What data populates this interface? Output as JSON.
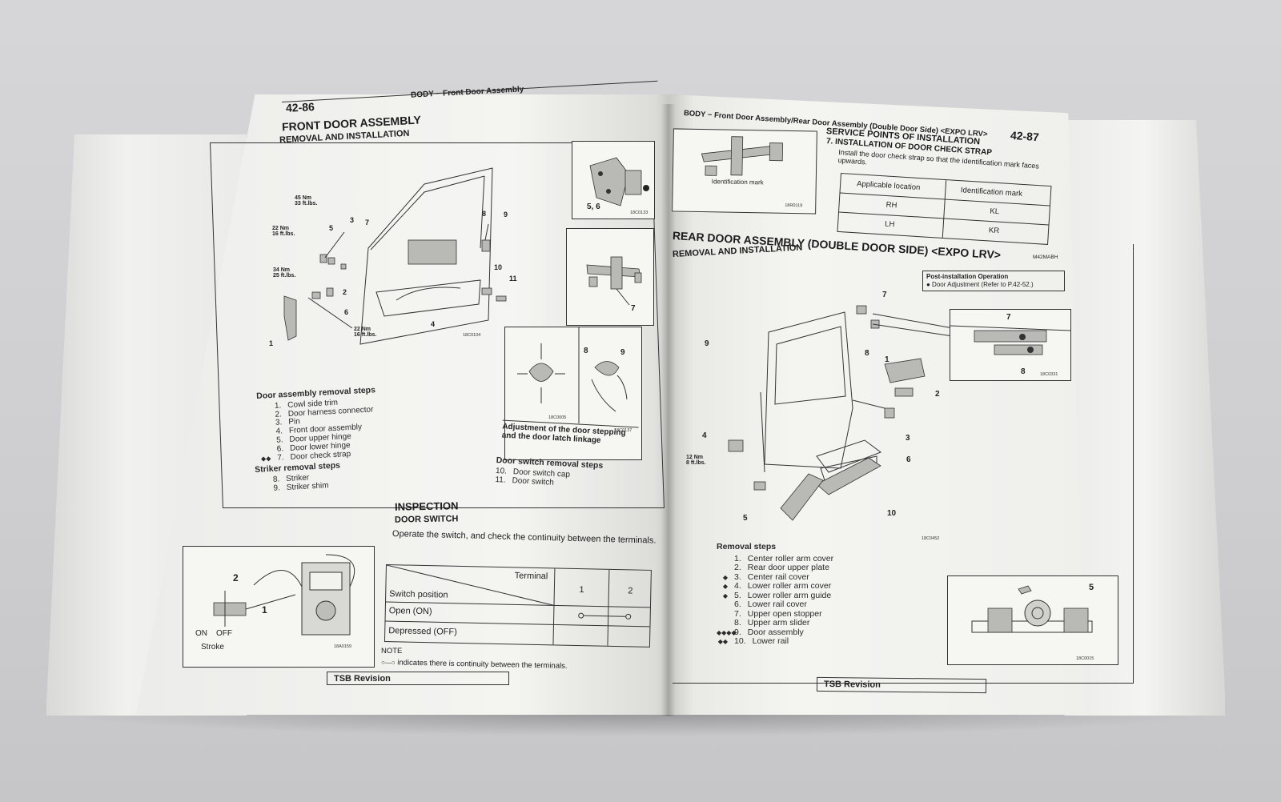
{
  "left_page": {
    "page_number": "42-86",
    "section": "BODY − Front Door Assembly",
    "title": "FRONT DOOR ASSEMBLY",
    "subtitle": "REMOVAL AND INSTALLATION",
    "torques": [
      {
        "nm": "45 Nm",
        "ft": "33 ft.lbs."
      },
      {
        "nm": "22 Nm",
        "ft": "16 ft.lbs."
      },
      {
        "nm": "34 Nm",
        "ft": "25 ft.lbs."
      },
      {
        "nm": "22 Nm",
        "ft": "16 ft.lbs."
      }
    ],
    "callouts": [
      "1",
      "2",
      "3",
      "4",
      "5",
      "6",
      "7",
      "8",
      "9",
      "10",
      "11"
    ],
    "inset_labels": {
      "inset1": "5, 6",
      "inset2": "7",
      "inset3_a": "8",
      "inset3_b": "9"
    },
    "figure_codes": {
      "main": "18C0104",
      "inset1": "18C0133",
      "inset3_left": "18C0005",
      "inset3_right": "18C0137",
      "switch": "18A0159"
    },
    "door_removal": {
      "heading": "Door assembly removal steps",
      "steps": [
        {
          "num": "1.",
          "text": "Cowl side trim",
          "mark": ""
        },
        {
          "num": "2.",
          "text": "Door harness connector",
          "mark": ""
        },
        {
          "num": "3.",
          "text": "Pin",
          "mark": ""
        },
        {
          "num": "4.",
          "text": "Front door assembly",
          "mark": ""
        },
        {
          "num": "5.",
          "text": "Door upper hinge",
          "mark": ""
        },
        {
          "num": "6.",
          "text": "Door lower hinge",
          "mark": ""
        },
        {
          "num": "7.",
          "text": "Door check strap",
          "mark": "◆◆"
        }
      ]
    },
    "striker_removal": {
      "heading": "Striker removal steps",
      "steps": [
        {
          "num": "8.",
          "text": "Striker"
        },
        {
          "num": "9.",
          "text": "Striker shim"
        }
      ]
    },
    "switch_removal": {
      "heading": "Door switch removal steps",
      "steps": [
        {
          "num": "10.",
          "text": "Door switch cap"
        },
        {
          "num": "11.",
          "text": "Door switch"
        }
      ]
    },
    "adjustment_caption": "Adjustment of the door stepping and the door latch linkage",
    "inspection": {
      "title": "INSPECTION",
      "subtitle": "DOOR SWITCH",
      "text": "Operate the switch, and check the continuity between the terminals.",
      "switch_labels": {
        "two": "2",
        "one": "1",
        "on": "ON",
        "off": "OFF",
        "stroke": "Stroke"
      },
      "table": {
        "header_terminal": "Terminal",
        "header_switch": "Switch position",
        "terminals": [
          "1",
          "2"
        ],
        "rows": [
          {
            "label": "Open (ON)",
            "continuity": true
          },
          {
            "label": "Depressed (OFF)",
            "continuity": false
          }
        ]
      },
      "note_label": "NOTE",
      "note_text": "indicates there is continuity between the terminals."
    },
    "footer": "TSB Revision"
  },
  "right_page": {
    "page_number": "42-87",
    "section": "BODY − Front Door Assembly/Rear Door Assembly (Double Door Side) <EXPO LRV>",
    "inset_top_label": "Identification mark",
    "inset_top_code": "18R0119",
    "service": {
      "title": "SERVICE POINTS OF INSTALLATION",
      "subtitle": "7. INSTALLATION OF DOOR CHECK STRAP",
      "text": "Install the door check strap so that the identification mark faces upwards."
    },
    "id_table": {
      "headers": [
        "Applicable location",
        "Identification mark"
      ],
      "rows": [
        [
          "RH",
          "KL"
        ],
        [
          "LH",
          "KR"
        ]
      ]
    },
    "title": "REAR DOOR ASSEMBLY (DOUBLE DOOR SIDE) <EXPO LRV>",
    "subtitle": "REMOVAL AND INSTALLATION",
    "figure_code_top": "M42MABH",
    "post_install": {
      "heading": "Post-installation Operation",
      "item": "● Door Adjustment (Refer to P.42-52.)"
    },
    "torque": {
      "nm": "12 Nm",
      "ft": "8 ft.lbs."
    },
    "callouts": [
      "1",
      "2",
      "3",
      "4",
      "5",
      "6",
      "7",
      "8",
      "9",
      "10"
    ],
    "figure_codes": {
      "main": "18C0452",
      "inset_right": "18C0331",
      "inset_bottom": "18C0015"
    },
    "removal": {
      "heading": "Removal steps",
      "steps": [
        {
          "num": "1.",
          "text": "Center roller arm cover",
          "mark": ""
        },
        {
          "num": "2.",
          "text": "Rear door upper plate",
          "mark": ""
        },
        {
          "num": "3.",
          "text": "Center rail cover",
          "mark": "◆"
        },
        {
          "num": "4.",
          "text": "Lower roller arm cover",
          "mark": "◆"
        },
        {
          "num": "5.",
          "text": "Lower roller arm guide",
          "mark": "◆"
        },
        {
          "num": "6.",
          "text": "Lower rail cover",
          "mark": ""
        },
        {
          "num": "7.",
          "text": "Upper open stopper",
          "mark": ""
        },
        {
          "num": "8.",
          "text": "Upper arm slider",
          "mark": ""
        },
        {
          "num": "9.",
          "text": "Door assembly",
          "mark": "◆◆◆◆"
        },
        {
          "num": "10.",
          "text": "Lower rail",
          "mark": "◆◆"
        }
      ]
    },
    "footer": "TSB Revision"
  }
}
